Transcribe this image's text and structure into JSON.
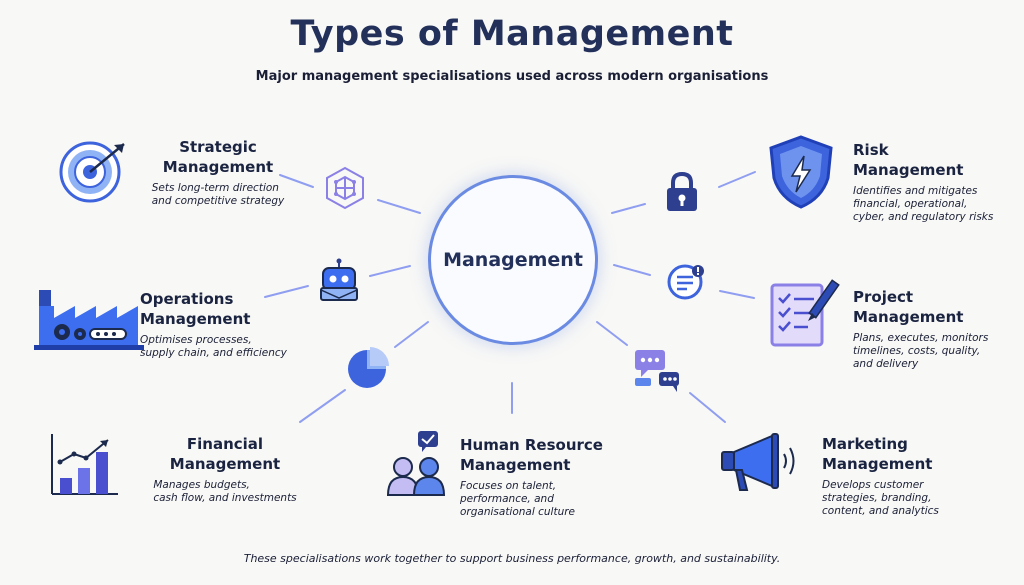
{
  "header": {
    "title": "Types of Management",
    "subtitle": "Major management specialisations used across modern organisations"
  },
  "hub": {
    "label": "Management"
  },
  "nodes": [
    {
      "id": "strategic",
      "title": "Strategic\nManagement",
      "description": "Sets long-term direction\nand competitive strategy",
      "icon": "target-icon"
    },
    {
      "id": "operations",
      "title": "Operations\nManagement",
      "description": "Optimises processes,\nsupply chain, and efficiency",
      "icon": "factory-icon"
    },
    {
      "id": "financial",
      "title": "Financial\nManagement",
      "description": "Manages budgets,\ncash flow, and investments",
      "icon": "bar-chart-icon"
    },
    {
      "id": "hr",
      "title": "Human Resource\nManagement",
      "description": "Focuses on talent,\nperformance, and\norganisational culture",
      "icon": "people-icon"
    },
    {
      "id": "risk",
      "title": "Risk\nManagement",
      "description": "Identifies and mitigates\nfinancial, operational,\ncyber, and regulatory risks",
      "icon": "shield-icon"
    },
    {
      "id": "project",
      "title": "Project\nManagement",
      "description": "Plans, executes, monitors\ntimelines, costs, quality,\nand delivery",
      "icon": "checklist-icon"
    },
    {
      "id": "marketing",
      "title": "Marketing\nManagement",
      "description": "Develops customer\nstrategies, branding,\ncontent, and analytics",
      "icon": "megaphone-icon"
    }
  ],
  "satellite_icons": [
    "brain-icon",
    "robot-icon",
    "pie-chart-icon",
    "lock-icon",
    "message-icon",
    "chat-bubbles-icon"
  ],
  "colors": {
    "accent": "#6b8be3",
    "primary_blue": "#3d63dd",
    "purple": "#8a80e6",
    "title": "#22305a"
  },
  "footer": {
    "note": "These specialisations work together to support business performance, growth, and sustainability."
  }
}
